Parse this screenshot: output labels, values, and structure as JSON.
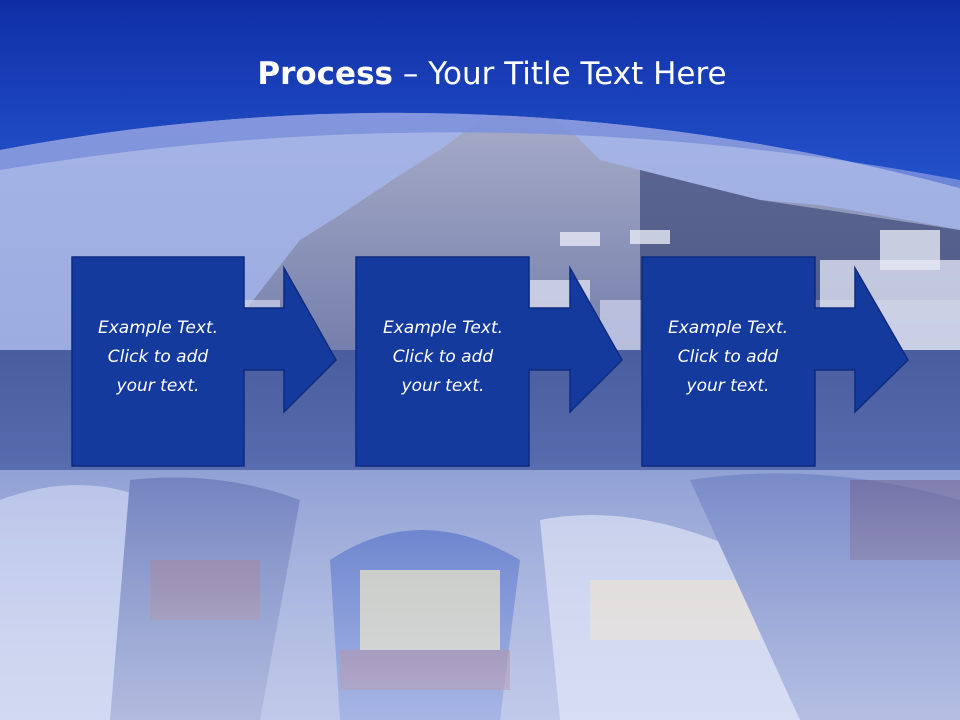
{
  "slide": {
    "title_bold": "Process",
    "title_sep": " – ",
    "title_rest": "Your Title Text Here"
  },
  "steps": [
    {
      "line1": "Example Text.",
      "line2": "Click  to add",
      "line3": "your text."
    },
    {
      "line1": "Example Text.",
      "line2": "Click  to add",
      "line3": "your text."
    },
    {
      "line1": "Example Text.",
      "line2": "Click  to add",
      "line3": "your text."
    }
  ],
  "colors": {
    "header_blue": "#1437b0",
    "box_blue": "#153a9e",
    "text_white": "#ffffff"
  }
}
